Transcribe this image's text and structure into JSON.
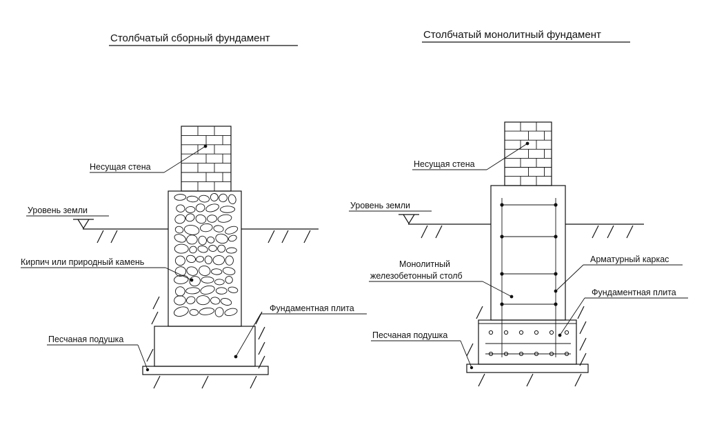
{
  "left": {
    "title": "Столбчатый сборный фундамент",
    "labels": {
      "wall": "Несущая стена",
      "ground": "Уровень земли",
      "stone": "Кирпич или природный камень",
      "slab": "Фундаментная плита",
      "sand": "Песчаная подушка"
    }
  },
  "right": {
    "title": "Столбчатый монолитный фундамент",
    "labels": {
      "wall": "Несущая стена",
      "ground": "Уровень земли",
      "pillar_line1": "Монолитный",
      "pillar_line2": "железобетонный столб",
      "rebar": "Арматурный каркас",
      "slab": "Фундаментная плита",
      "sand": "Песчаная подушка"
    }
  }
}
